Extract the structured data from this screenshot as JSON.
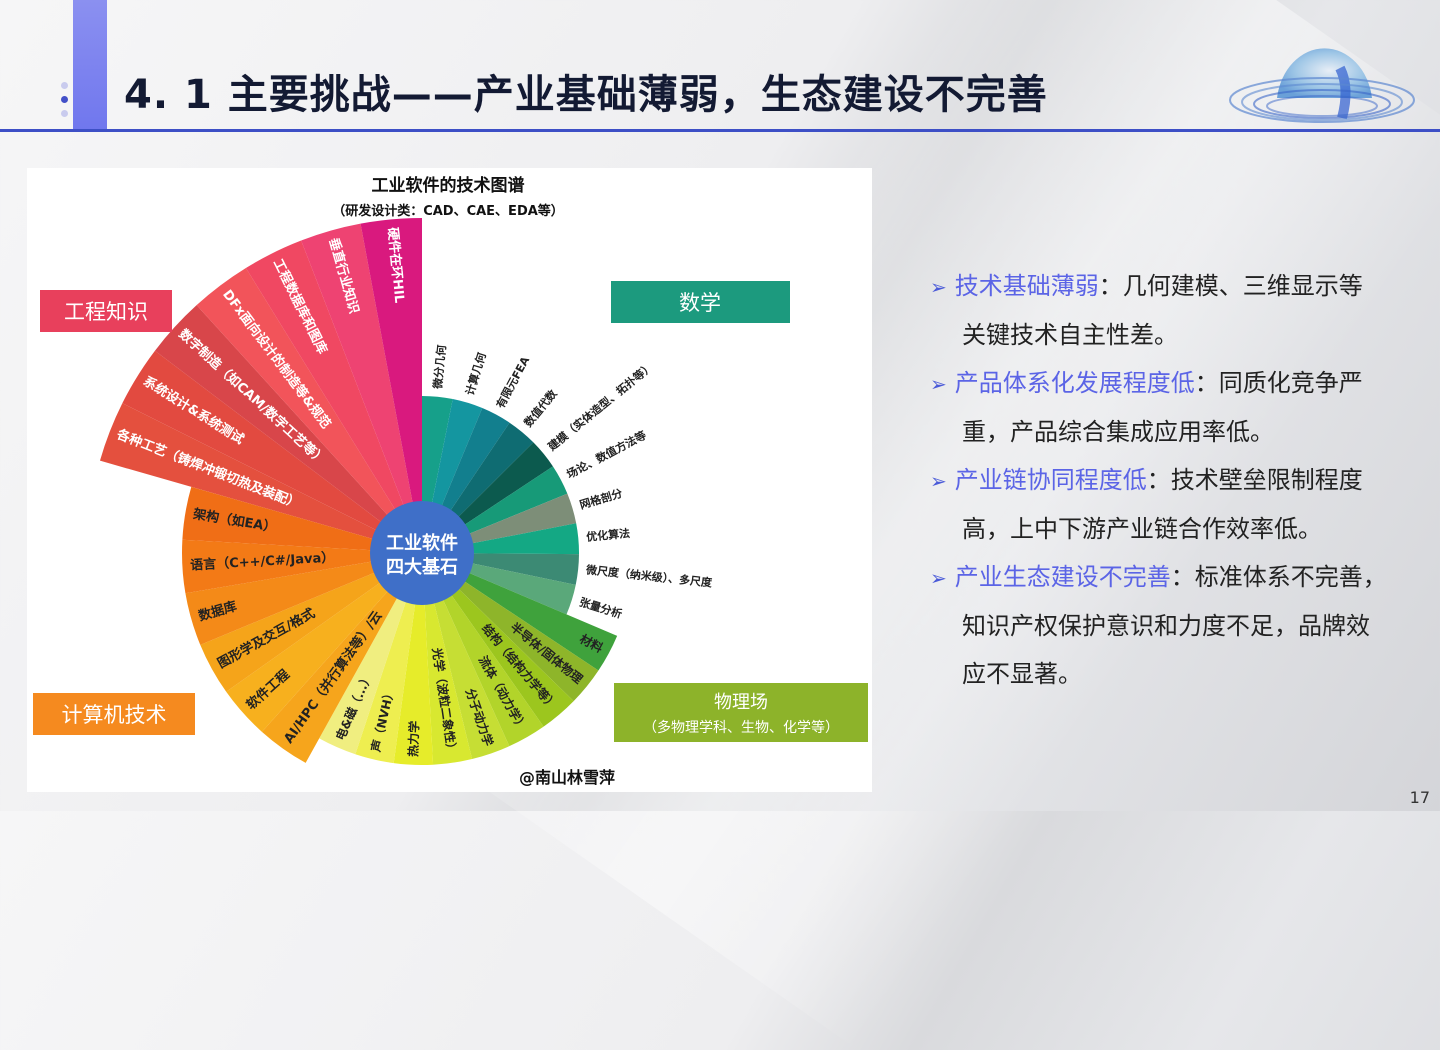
{
  "header": {
    "title": "4. 1  主要挑战——产业基础薄弱，生态建设不完善"
  },
  "diagram": {
    "title": "工业软件的技术图谱",
    "subtitle": "（研发设计类：CAD、CAE、EDA等）",
    "center_line1": "工业软件",
    "center_line2": "四大基石",
    "watermark": "@南山林雪萍",
    "groups": {
      "engineering": {
        "label": "工程知识",
        "color": "#e8405c",
        "items": [
          "各种工艺（铸焊冲锻切热及装配）",
          "系统设计&系统测试",
          "数字制造（如CAM/数字工艺等）",
          "DFx面向设计的制造等&规范",
          "工程数据库和图库",
          "垂直行业知识",
          "硬件在环HIL"
        ],
        "colors": [
          "#e4503e",
          "#e24a40",
          "#d8464a",
          "#f2545a",
          "#f04862",
          "#ee4372",
          "#d9197e"
        ]
      },
      "math": {
        "label": "数学",
        "color": "#1c9a7e",
        "items": [
          "微分几何",
          "计算几何",
          "有限元FEA",
          "数值代数",
          "建模（实体造型、拓扑等）",
          "场论、数值方法等",
          "网格剖分",
          "优化算法",
          "微尺度（纳米级）、多尺度",
          "张量分析"
        ],
        "colors": [
          "#16a08a",
          "#1496a0",
          "#127f8e",
          "#0f6c72",
          "#0c5a4e",
          "#179a78",
          "#7d8e78",
          "#14a884",
          "#3c8a74",
          "#5aa87a"
        ]
      },
      "physics": {
        "label": "物理场",
        "sublabel": "（多物理学科、生物、化学等）",
        "color": "#8db32a",
        "items": [
          "材料",
          "半导体/固体物理",
          "结构（结构力学等）",
          "流体（动力学）",
          "分子动力学",
          "光学（波粒二象性）",
          "热力学",
          "声（NVH）",
          "电&磁（...）"
        ],
        "colors": [
          "#3fa23c",
          "#8eb52a",
          "#9cc61e",
          "#b2d42a",
          "#c6de34",
          "#d8e830",
          "#e6ec2a",
          "#eeee50",
          "#f0ee80"
        ]
      },
      "computer": {
        "label": "计算机技术",
        "color": "#f58a1f",
        "items": [
          "AI/HPC（并行算法等）/云",
          "软件工程",
          "图形学及交互/格式",
          "数据库",
          "语言（C++/C#/Java）",
          "架构（如EA）"
        ],
        "colors": [
          "#f6a51c",
          "#f7b01e",
          "#f5a41a",
          "#f48a18",
          "#f37a16",
          "#f06e16"
        ]
      }
    }
  },
  "bullets": [
    {
      "head": "技术基础薄弱",
      "sep": "：",
      "body1": "几何建模、三维显示等",
      "body2": "关键技术自主性差。"
    },
    {
      "head": "产品体系化发展程度低",
      "sep": "：",
      "body1": "同质化竞争严",
      "body2": "重，产品综合集成应用率低。"
    },
    {
      "head": "产业链协同程度低",
      "sep": "：",
      "body1": "技术壁垒限制程度",
      "body2": "高，上中下游产业链合作效率低。"
    },
    {
      "head": "产业生态建设不完善",
      "sep": "：",
      "body1": "标准体系不完善，",
      "body2": "知识产权保护意识和力度不足，品牌效",
      "body3": "应不显著。"
    }
  ],
  "bullet_marker": "➢",
  "page_number": "17"
}
